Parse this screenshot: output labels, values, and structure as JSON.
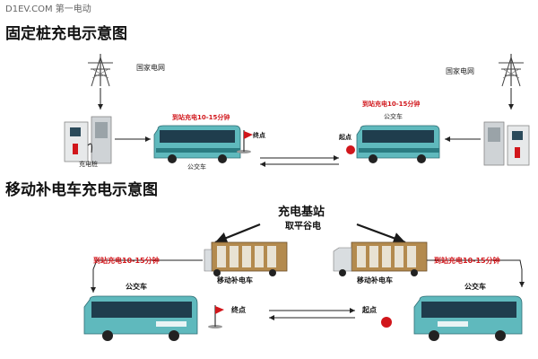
{
  "watermark": "D1EV.COM 第一电动",
  "sections": {
    "fixed": {
      "title": "固定桩充电示意图",
      "grid_label_left": "国家电网",
      "grid_label_right": "国家电网",
      "pile_label": "充电桩",
      "charge_note": "到站充电10-15分钟",
      "bus_label": "公交车",
      "end_label": "终点",
      "start_label": "起点"
    },
    "mobile": {
      "title": "移动补电车充电示意图",
      "base_title": "充电基站",
      "base_sub": "取平谷电",
      "charge_note_left": "到站充电10-15分钟",
      "charge_note_right": "到站充电10-15分钟",
      "truck_label_left": "移动补电车",
      "truck_label_right": "移动补电车",
      "bus_label_left": "公交车",
      "bus_label_right": "公交车",
      "end_label": "终点",
      "start_label": "起点"
    }
  },
  "colors": {
    "bus_body": "#5fb9bd",
    "bus_window": "#1f3d4d",
    "accent_red": "#d1161b",
    "truck_cab": "#d9dde0",
    "truck_box": "#b38a4e"
  }
}
